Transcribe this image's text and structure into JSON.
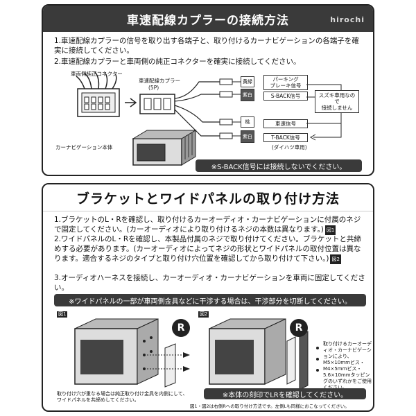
{
  "panel1": {
    "title": "車速配線カプラーの接続方法",
    "watermark": "hirochi",
    "step1": "1.車速配線カプラーの信号を取り出す各端子と、取り付けるカーナビゲーションの各端子を確実に接続してください。",
    "step2": "2.車速配線カプラーと車両側の純正コネクターを確実に接続してください。",
    "label_vehicle_connector": "車両側純正コネクター",
    "label_coupler": "車速配線カプラー",
    "label_coupler_pins": "(5P)",
    "label_navi": "カーナビゲーション本体",
    "wires": [
      {
        "color": "黄緑",
        "signal": "パーキング\nブレーキ信号"
      },
      {
        "color": "紫白",
        "signal": "S-BACK信号"
      },
      {
        "color": "桃",
        "signal": "車速信号"
      },
      {
        "color": "紫白",
        "signal": "T-BACK信号"
      }
    ],
    "label_daihatsu": "(ダイハツ車用)",
    "suzuki_note": "スズキ車用なので\n接続しません",
    "note": "※S-BACK信号には接続しないでください。"
  },
  "panel2": {
    "title": "ブラケットとワイドパネルの取り付け方法",
    "step1": "1.ブラケットのL・Rを確認し、取り付けるカーオーディオ・カーナビゲーションに付属のネジで固定してください。(カーオーディオにより取り付けるネジの本数は異なります。)",
    "step1_fig": "図1",
    "step2": "2.ワイドパネルのL・Rを確認し、本製品付属のネジで取り付けてください。ブラケットと共締めする必要があります。(カーオーディオによってネジの形状とワイドパネルの取付位置は異なります。適合するネジのタイプと取り付け穴位置を確認してから取り付けて下さい。)",
    "step2_fig": "図2",
    "step3": "3.オーディオハーネスを接続し、カーオーディオ・カーナビゲーションを車両に固定してください。",
    "warning": "※ワイドパネルの一部が車両側金具などに干渉する場合は、干渉部分を切断してください。",
    "fig1_label": "図1",
    "fig2_label": "図2",
    "r_mark": "R",
    "fig1_caption": "取り付け穴が重なる場合は純正取り付け金具を内側にして、ワイドパネルを共締めしてください。",
    "fig2_caption": "取り付けるカーオーディオ・カーナビゲーションにより、M5×10mmビス・M4×5mmビス・5.6×10mmタッピングのいずれかをご使用ください。",
    "lr_note": "※本体の刻印でLRを確認してください。",
    "footnote": "図1・図2は右側Rへの取り付け方法です。左側Lも同様におこなってください。"
  },
  "colors": {
    "dark": "#3a3a3a",
    "line": "#222222"
  }
}
